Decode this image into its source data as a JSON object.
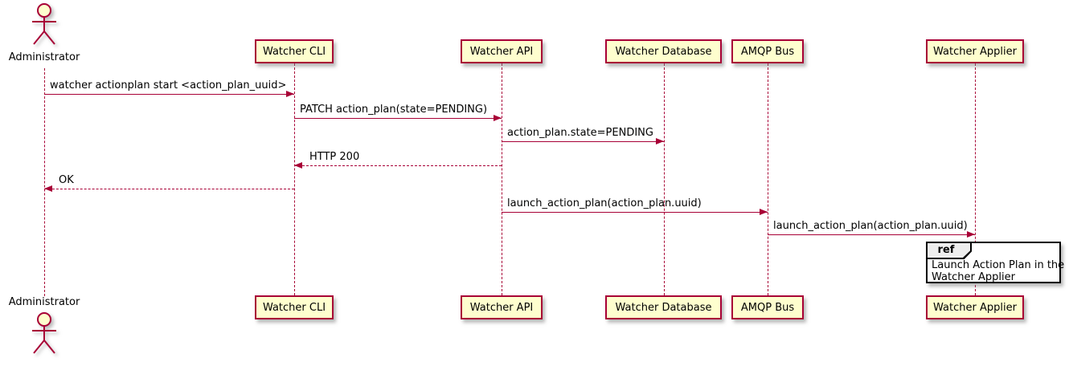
{
  "diagram": {
    "type": "sequence",
    "actor": {
      "name": "Administrator"
    },
    "participants": [
      {
        "label": "Watcher CLI"
      },
      {
        "label": "Watcher API"
      },
      {
        "label": "Watcher Database"
      },
      {
        "label": "AMQP Bus"
      },
      {
        "label": "Watcher Applier"
      }
    ],
    "messages": [
      {
        "from": "Administrator",
        "to": "Watcher CLI",
        "text": "watcher actionplan start <action_plan_uuid>",
        "line": "solid"
      },
      {
        "from": "Watcher CLI",
        "to": "Watcher API",
        "text": "PATCH action_plan(state=PENDING)",
        "line": "solid"
      },
      {
        "from": "Watcher API",
        "to": "Watcher Database",
        "text": "action_plan.state=PENDING",
        "line": "solid"
      },
      {
        "from": "Watcher API",
        "to": "Watcher CLI",
        "text": "HTTP 200",
        "line": "dashed"
      },
      {
        "from": "Watcher CLI",
        "to": "Administrator",
        "text": "OK",
        "line": "dashed"
      },
      {
        "from": "Watcher API",
        "to": "AMQP Bus",
        "text": "launch_action_plan(action_plan.uuid)",
        "line": "solid"
      },
      {
        "from": "AMQP Bus",
        "to": "Watcher Applier",
        "text": "launch_action_plan(action_plan.uuid)",
        "line": "solid"
      }
    ],
    "ref": {
      "keyword": "ref",
      "over": "Watcher Applier",
      "lines": [
        "Launch Action Plan in the",
        "Watcher Applier"
      ]
    },
    "colors": {
      "participant_fill": "#FEFECE",
      "participant_border": "#A80036",
      "lifeline": "#A80036",
      "arrow": "#A80036",
      "text": "#000000",
      "ref_border": "#000000",
      "ref_header_fill": "#EEEEEE",
      "background": "#FFFFFF"
    }
  }
}
